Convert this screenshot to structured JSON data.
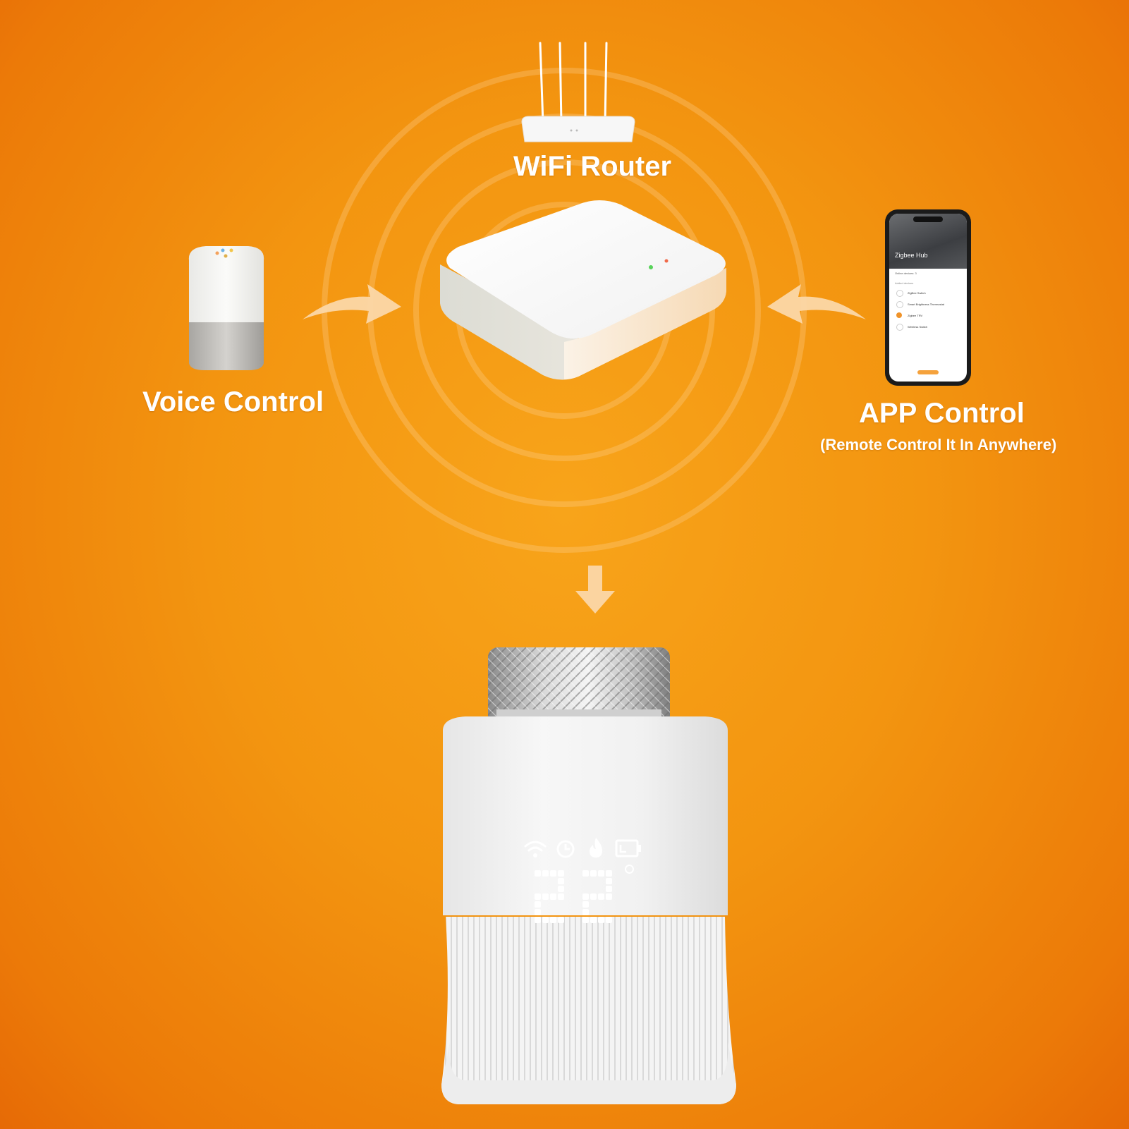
{
  "labels": {
    "router": "WiFi Router",
    "voice": "Voice Control",
    "app": "APP Control",
    "app_sub": "(Remote Control It In Anywhere)"
  },
  "phone": {
    "header": "Zigbee Hub",
    "online": "Online devices: 3",
    "section": "Added devices",
    "devices": [
      "ZigBee Switch",
      "Smart Brightness Thermostat",
      "Zigbee TRV",
      "Wireless Switch"
    ]
  },
  "thermostat": {
    "temperature": "22"
  },
  "colors": {
    "background": "#f39510",
    "text": "#ffffff",
    "device_white": "#f2f2f2",
    "arrow": "#fbd7a8"
  }
}
